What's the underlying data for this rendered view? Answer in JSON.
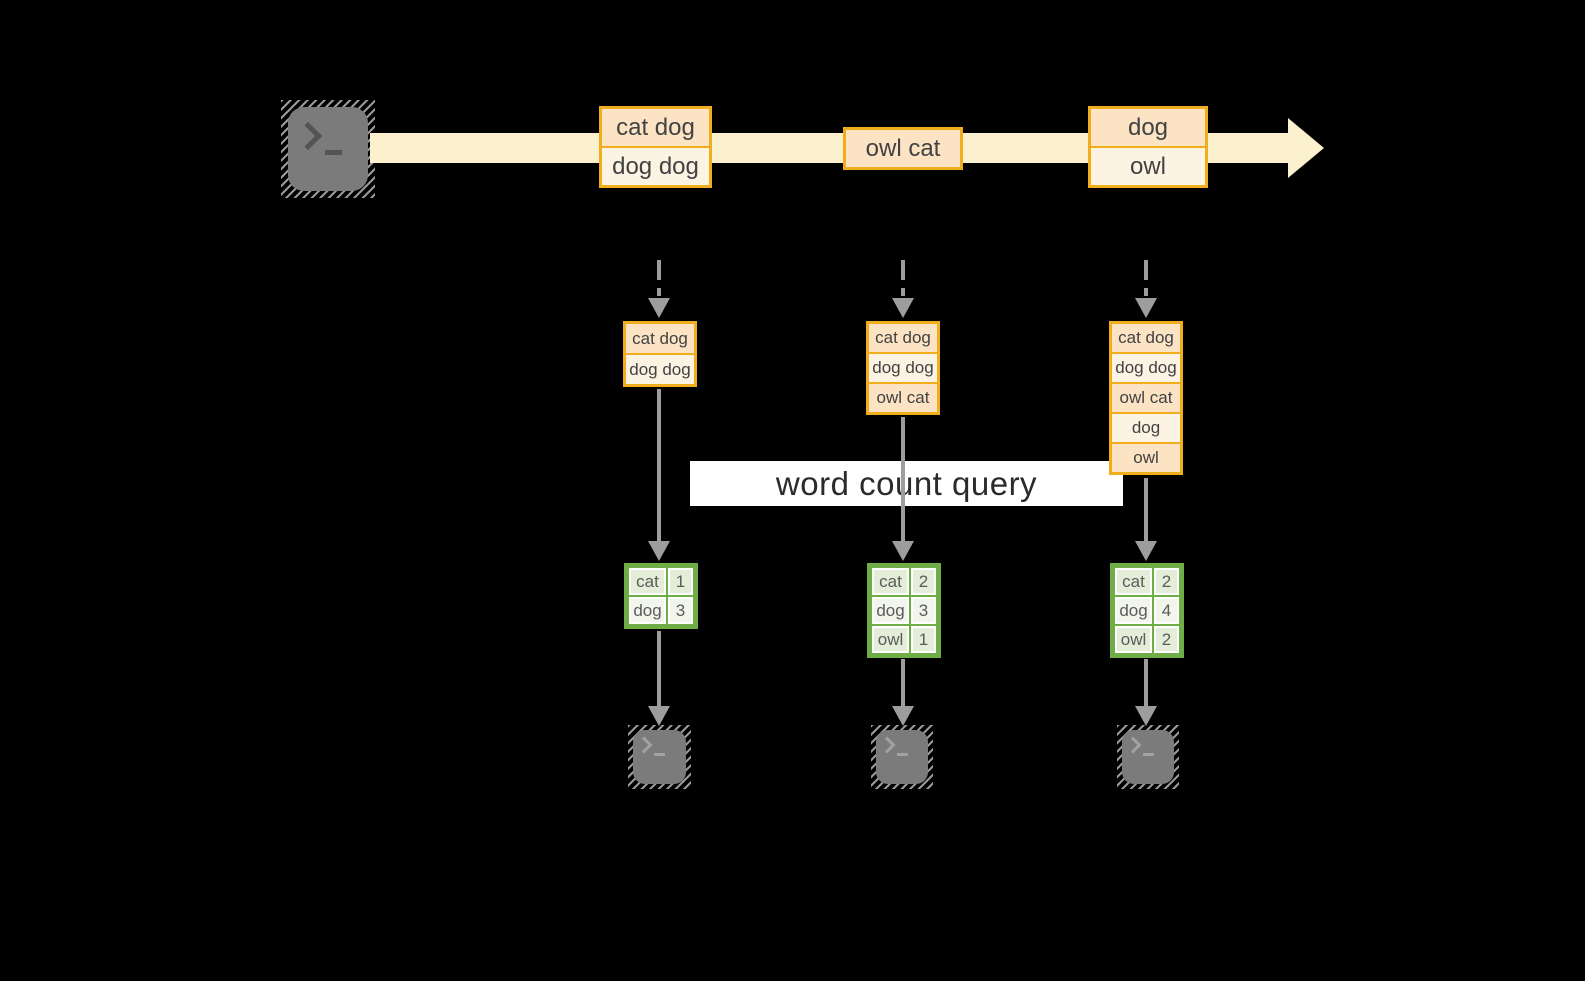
{
  "query_label": "word count query",
  "stream": {
    "events": [
      {
        "rows": [
          "cat dog",
          "dog dog"
        ]
      },
      {
        "rows": [
          "owl cat"
        ]
      },
      {
        "rows": [
          "dog",
          "owl"
        ]
      }
    ]
  },
  "columns": [
    {
      "buffer": [
        "cat dog",
        "dog dog"
      ],
      "counts": [
        {
          "word": "cat",
          "value": "1"
        },
        {
          "word": "dog",
          "value": "3"
        }
      ]
    },
    {
      "buffer": [
        "cat dog",
        "dog dog",
        "owl cat"
      ],
      "counts": [
        {
          "word": "cat",
          "value": "2"
        },
        {
          "word": "dog",
          "value": "3"
        },
        {
          "word": "owl",
          "value": "1"
        }
      ]
    },
    {
      "buffer": [
        "cat dog",
        "dog dog",
        "owl cat",
        "dog",
        "owl"
      ],
      "counts": [
        {
          "word": "cat",
          "value": "2"
        },
        {
          "word": "dog",
          "value": "4"
        },
        {
          "word": "owl",
          "value": "2"
        }
      ]
    }
  ],
  "icons": {
    "source_terminal": "terminal-prompt-icon",
    "sink_terminal": "terminal-prompt-icon",
    "stream_arrow": "right-arrow",
    "flow_arrow": "down-arrow"
  },
  "colors": {
    "background": "#000000",
    "stream_arrow_fill": "#fbf1cf",
    "amber_border": "#f0ad1c",
    "peach_fill": "#fbe3c3",
    "cream_fill": "#fdf3e3",
    "green_border": "#6fae47",
    "green_fill_dark": "#e4edd8",
    "green_fill_light": "#f1f5ec",
    "arrow_gray": "#9d9d9d",
    "terminal_gray": "#7b7b7b",
    "query_band_bg": "#ffffff"
  }
}
